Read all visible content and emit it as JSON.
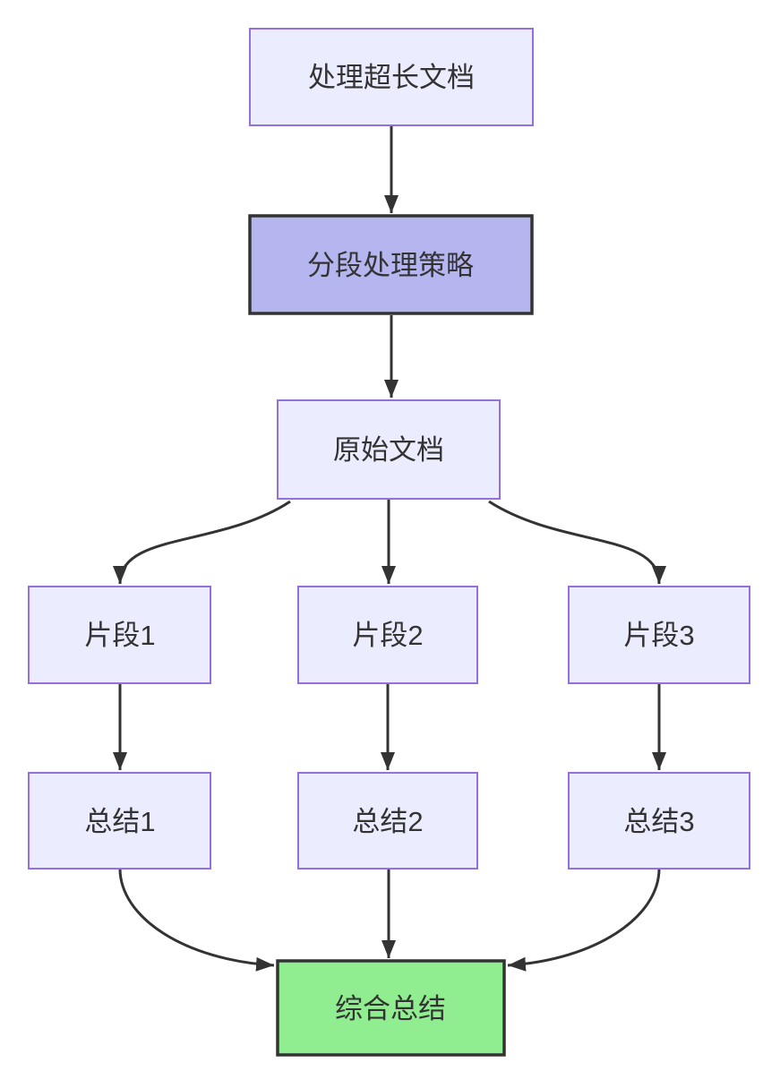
{
  "diagram": {
    "type": "flowchart",
    "direction": "top-down",
    "nodes": [
      {
        "id": "A",
        "label": "处理超长文档",
        "style": "default"
      },
      {
        "id": "B",
        "label": "分段处理策略",
        "style": "highlight"
      },
      {
        "id": "C",
        "label": "原始文档",
        "style": "default"
      },
      {
        "id": "D1",
        "label": "片段1",
        "style": "default"
      },
      {
        "id": "D2",
        "label": "片段2",
        "style": "default"
      },
      {
        "id": "D3",
        "label": "片段3",
        "style": "default"
      },
      {
        "id": "E1",
        "label": "总结1",
        "style": "default"
      },
      {
        "id": "E2",
        "label": "总结2",
        "style": "default"
      },
      {
        "id": "E3",
        "label": "总结3",
        "style": "default"
      },
      {
        "id": "F",
        "label": "综合总结",
        "style": "success"
      }
    ],
    "edges": [
      {
        "from": "A",
        "to": "B"
      },
      {
        "from": "B",
        "to": "C"
      },
      {
        "from": "C",
        "to": "D1"
      },
      {
        "from": "C",
        "to": "D2"
      },
      {
        "from": "C",
        "to": "D3"
      },
      {
        "from": "D1",
        "to": "E1"
      },
      {
        "from": "D2",
        "to": "E2"
      },
      {
        "from": "D3",
        "to": "E3"
      },
      {
        "from": "E1",
        "to": "F"
      },
      {
        "from": "E2",
        "to": "F"
      },
      {
        "from": "E3",
        "to": "F"
      }
    ],
    "colors": {
      "node_fill": "#ECECFF",
      "node_border": "#9370DB",
      "highlight_fill": "#b5b5f0",
      "highlight_border": "#333333",
      "success_fill": "#90EE90",
      "success_border": "#333333",
      "edge": "#333333",
      "text": "#333333",
      "background": "#ffffff"
    }
  }
}
